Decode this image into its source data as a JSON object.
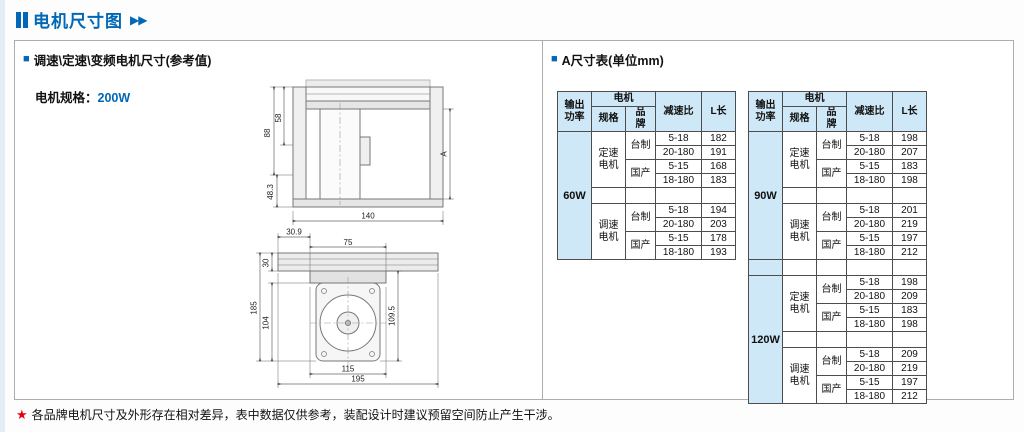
{
  "page": {
    "title": "电机尺寸图",
    "title_arrows": "▶▶",
    "footer_star": "★",
    "footer_text": "各品牌电机尺寸及外形存在相对差异，表中数据仅供参考，装配设计时建议预留空间防止产生干涉。",
    "accent_color": "#0068b7",
    "table_header_bg": "#cfe8f7"
  },
  "left_panel": {
    "bullet": "■",
    "header": "调速\\定速\\变频电机尺寸(参考值)",
    "spec_label": "电机规格：",
    "spec_value": "200W",
    "drawing": {
      "d88": "88",
      "d58": "58",
      "d48_3": "48.3",
      "d140": "140",
      "dA": "A",
      "d30_9": "30.9",
      "d75": "75",
      "d109_5": "109.5",
      "d30": "30",
      "d185": "185",
      "d104": "104",
      "d115": "115",
      "d195": "195"
    }
  },
  "right_panel": {
    "bullet": "■",
    "header": "A尺寸表(单位mm)",
    "tables": [
      {
        "headers": {
          "power": "输出功率",
          "motor": "电机",
          "spec": "规格",
          "brand": "品牌",
          "ratio": "减速比",
          "length": "L长"
        },
        "groups": [
          {
            "power": "60W",
            "sections": [
              {
                "spec": "定速电机",
                "brands": [
                  {
                    "brand": "台制",
                    "rows": [
                      [
                        "5-18",
                        "182"
                      ],
                      [
                        "20-180",
                        "191"
                      ]
                    ]
                  },
                  {
                    "brand": "国产",
                    "rows": [
                      [
                        "5-15",
                        "168"
                      ],
                      [
                        "18-180",
                        "183"
                      ]
                    ]
                  }
                ]
              },
              {
                "spec": "调速电机",
                "brands": [
                  {
                    "brand": "台制",
                    "rows": [
                      [
                        "5-18",
                        "194"
                      ],
                      [
                        "20-180",
                        "203"
                      ]
                    ]
                  },
                  {
                    "brand": "国产",
                    "rows": [
                      [
                        "5-15",
                        "178"
                      ],
                      [
                        "18-180",
                        "193"
                      ]
                    ]
                  }
                ]
              }
            ]
          }
        ]
      },
      {
        "headers": {
          "power": "输出功率",
          "motor": "电机",
          "spec": "规格",
          "brand": "品牌",
          "ratio": "减速比",
          "length": "L长"
        },
        "groups": [
          {
            "power": "90W",
            "sections": [
              {
                "spec": "定速电机",
                "brands": [
                  {
                    "brand": "台制",
                    "rows": [
                      [
                        "5-18",
                        "198"
                      ],
                      [
                        "20-180",
                        "207"
                      ]
                    ]
                  },
                  {
                    "brand": "国产",
                    "rows": [
                      [
                        "5-15",
                        "183"
                      ],
                      [
                        "18-180",
                        "198"
                      ]
                    ]
                  }
                ]
              },
              {
                "spec": "调速电机",
                "brands": [
                  {
                    "brand": "台制",
                    "rows": [
                      [
                        "5-18",
                        "201"
                      ],
                      [
                        "20-180",
                        "219"
                      ]
                    ]
                  },
                  {
                    "brand": "国产",
                    "rows": [
                      [
                        "5-15",
                        "197"
                      ],
                      [
                        "18-180",
                        "212"
                      ]
                    ]
                  }
                ]
              }
            ]
          },
          {
            "power": "120W",
            "sections": [
              {
                "spec": "定速电机",
                "brands": [
                  {
                    "brand": "台制",
                    "rows": [
                      [
                        "5-18",
                        "198"
                      ],
                      [
                        "20-180",
                        "209"
                      ]
                    ]
                  },
                  {
                    "brand": "国产",
                    "rows": [
                      [
                        "5-15",
                        "183"
                      ],
                      [
                        "18-180",
                        "198"
                      ]
                    ]
                  }
                ]
              },
              {
                "spec": "调速电机",
                "brands": [
                  {
                    "brand": "台制",
                    "rows": [
                      [
                        "5-18",
                        "209"
                      ],
                      [
                        "20-180",
                        "219"
                      ]
                    ]
                  },
                  {
                    "brand": "国产",
                    "rows": [
                      [
                        "5-15",
                        "197"
                      ],
                      [
                        "18-180",
                        "212"
                      ]
                    ]
                  }
                ]
              }
            ]
          }
        ]
      }
    ]
  }
}
